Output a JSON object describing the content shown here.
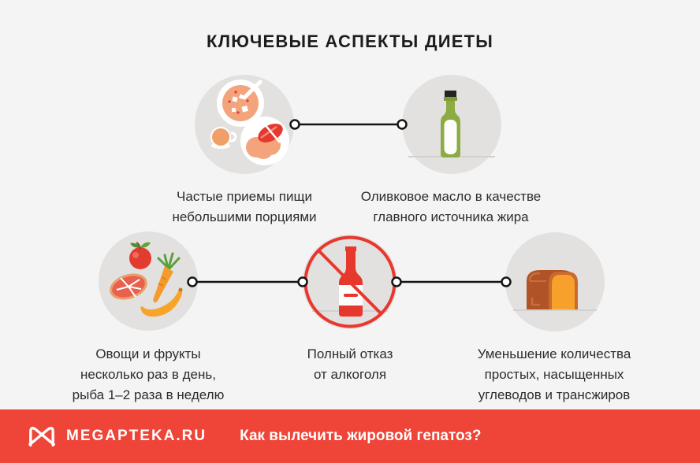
{
  "title": "КЛЮЧЕВЫЕ АСПЕКТЫ ДИЕТЫ",
  "items": [
    {
      "name": "frequent-meals",
      "icon": "meal-plate-icon",
      "lines": [
        "Частые приемы пищи",
        "небольшими порциями"
      ]
    },
    {
      "name": "olive-oil",
      "icon": "olive-oil-bottle-icon",
      "lines": [
        "Оливковое масло в качестве",
        "главного источника жира"
      ]
    },
    {
      "name": "fruits-vegetables",
      "icon": "fruits-vegetables-icon",
      "lines": [
        "Овощи и фрукты",
        "несколько раз в день,",
        "рыба 1–2 раза в неделю"
      ]
    },
    {
      "name": "no-alcohol",
      "icon": "no-alcohol-icon",
      "lines": [
        "Полный отказ",
        "от алкоголя"
      ]
    },
    {
      "name": "less-carbs",
      "icon": "bread-loaf-icon",
      "lines": [
        "Уменьшение количества",
        "простых, насыщенных",
        "углеводов и трансжиров"
      ]
    }
  ],
  "footer": {
    "brand": "MEGAPTEKA.RU",
    "question": "Как вылечить жировой гепатоз?"
  },
  "colors": {
    "background": "#f5f4f4",
    "circle_bg": "#e2e1e0",
    "title": "#1c1c1f",
    "text": "#2c2c2e",
    "footer_bg": "#ef4438",
    "accent_red": "#e8382d",
    "line": "#141414",
    "surface_line": "#d2d1d0"
  }
}
